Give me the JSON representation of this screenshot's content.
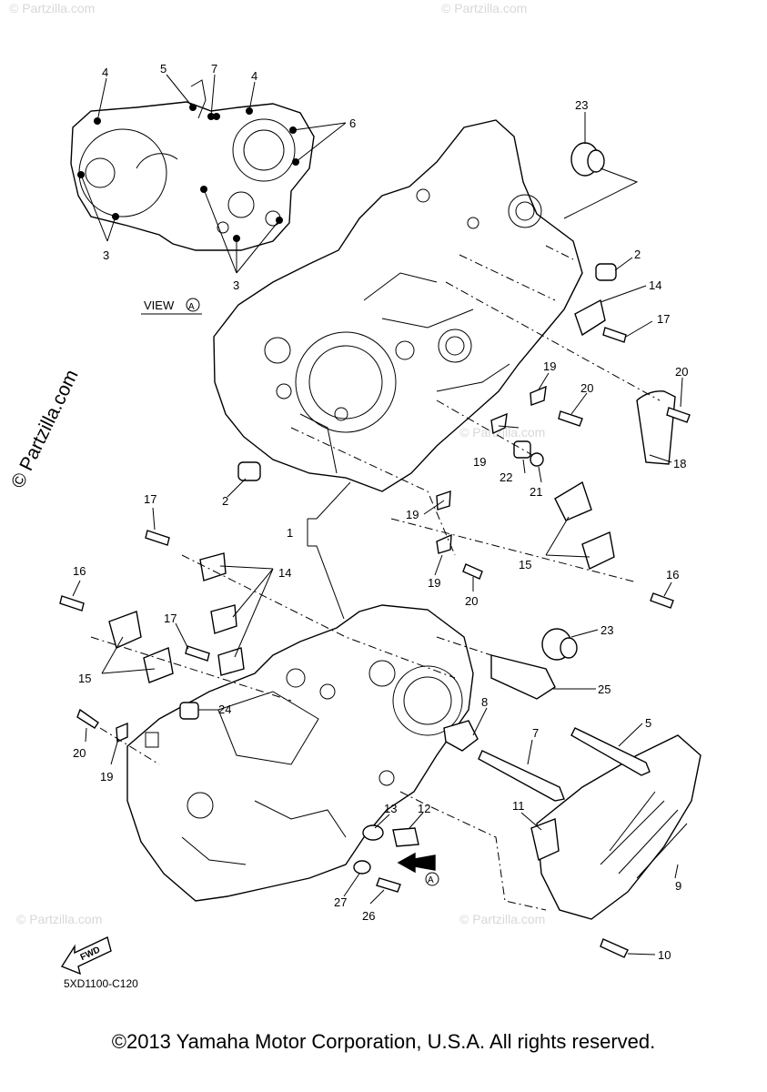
{
  "diagram": {
    "view_label": "VIEW",
    "view_marker": "A",
    "arrow_marker": "A",
    "fwd_label": "FWD",
    "code": "5XD1100-C120",
    "copyright": "©2013 Yamaha Motor Corporation, U.S.A. All rights reserved.",
    "side_watermark": "© Partzilla.com",
    "faint_watermark": "© Partzilla.com",
    "callouts": {
      "c1": "1",
      "c2a": "2",
      "c2b": "2",
      "c3a": "3",
      "c3b": "3",
      "c4a": "4",
      "c4b": "4",
      "c5a": "5",
      "c5b": "5",
      "c6": "6",
      "c7a": "7",
      "c7b": "7",
      "c8": "8",
      "c9": "9",
      "c10": "10",
      "c11": "11",
      "c12": "12",
      "c13": "13",
      "c14a": "14",
      "c14b": "14",
      "c15a": "15",
      "c15b": "15",
      "c16a": "16",
      "c16b": "16",
      "c17a": "17",
      "c17b": "17",
      "c17c": "17",
      "c18": "18",
      "c19a": "19",
      "c19b": "19",
      "c19c": "19",
      "c19d": "19",
      "c19e": "19",
      "c20a": "20",
      "c20b": "20",
      "c20c": "20",
      "c20d": "20",
      "c21": "21",
      "c22": "22",
      "c23a": "23",
      "c23b": "23",
      "c24": "24",
      "c25": "25",
      "c26": "26",
      "c27": "27"
    }
  }
}
